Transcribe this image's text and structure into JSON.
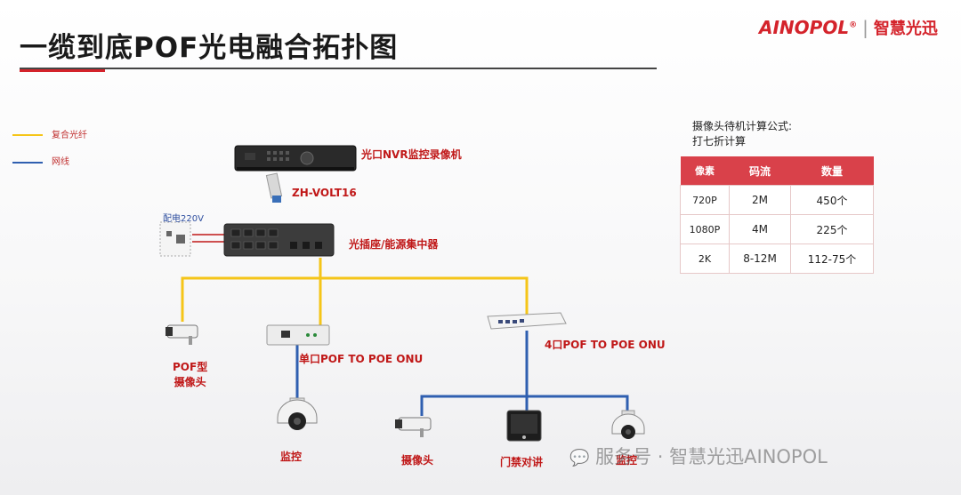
{
  "title": "一缆到底POF光电融合拓扑图",
  "brand": {
    "logo": "AINOPOL",
    "reg": "®",
    "separator": "|",
    "tagline": "智慧光迅"
  },
  "legend": [
    {
      "label": "复合光纤",
      "color": "#f5c518"
    },
    {
      "label": "网线",
      "color": "#2f5fb0"
    }
  ],
  "devices": {
    "nvr": "光口NVR监控录像机",
    "sfp": "ZH-VOLT16",
    "power": "配电220V",
    "hub": "光插座/能源集中器",
    "pof_camera": [
      "POF型",
      "摄像头"
    ],
    "onu_single": "单口POF TO POE  ONU",
    "onu_four": "4口POF TO POE  ONU",
    "monitor_left": "监控",
    "camera": "摄像头",
    "door": "门禁对讲",
    "monitor_right": "监控"
  },
  "formula": [
    "摄像头待机计算公式:",
    "打七折计算"
  ],
  "table": {
    "headers": [
      "像素",
      "码流",
      "数量"
    ],
    "rows": [
      [
        "720P",
        "2M",
        "450个"
      ],
      [
        "1080P",
        "4M",
        "225个"
      ],
      [
        "2K",
        "8-12M",
        "112-75个"
      ]
    ]
  },
  "watermark": "服务号 · 智慧光迅AINOPOL",
  "colors": {
    "accent": "#d4232b",
    "fiber": "#f5c518",
    "ethernet": "#2f5fb0"
  }
}
